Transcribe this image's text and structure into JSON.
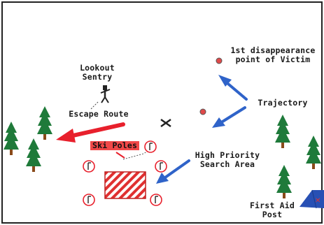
{
  "labels": {
    "lookout": "Lookout\nSentry",
    "escape_route": "Escape Route",
    "ski_poles": "Ski Poles",
    "high_priority": "High Priority\nSearch Area",
    "disappearance": "1st disappearance\npoint of Victim",
    "trajectory": "Trajectory",
    "first_aid": "First Aid\nPost"
  },
  "icons": {
    "tree": "evergreen-tree",
    "sentry": "lookout-figure",
    "skis": "crossed-skis",
    "pole_marker": "circled-pole-marker",
    "search_area": "hatched-rectangle",
    "tent": "first-aid-tent",
    "point": "disappearance-point"
  },
  "colors": {
    "escape_arrow": "#e8202c",
    "trajectory_arrow": "#2f63c9",
    "tree_green": "#1f7a3a",
    "tree_trunk": "#8a4a1a",
    "ski_poles_label_bg": "#f04848",
    "search_area_stripe": "#e03030",
    "tent_blue": "#2850b4",
    "point_fill": "#e04a4a"
  }
}
